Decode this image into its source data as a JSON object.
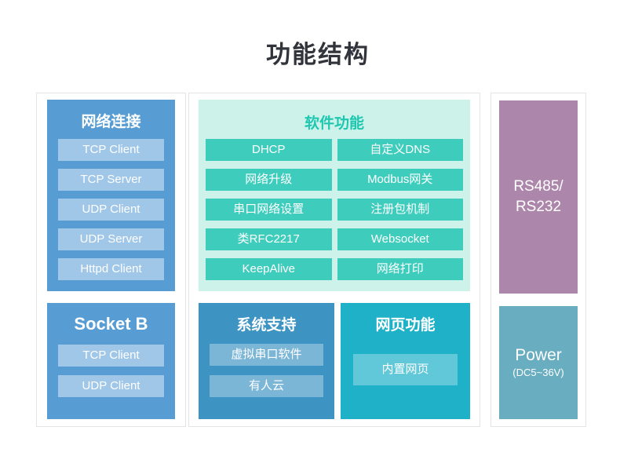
{
  "title": "功能结构",
  "colors": {
    "block_blue": "#579dd4",
    "block_blue_light": "#a0c7e8",
    "software_bg_mint": "#cdf2ea",
    "software_title_teal": "#1fc7b1",
    "software_button_teal": "#3ecdbd",
    "system_steel_blue": "#3d93c1",
    "system_item_light": "#7cb6d7",
    "web_cyan": "#1fb1c8",
    "web_item_light": "#60c8d9",
    "serial_mauve": "#ad87ab",
    "power_teal": "#68adc0",
    "title_dark": "#32343c",
    "card_border": "#e4e4e4"
  },
  "network": {
    "title": "网络连接",
    "items": [
      "TCP Client",
      "TCP Server",
      "UDP Client",
      "UDP Server",
      "Httpd Client"
    ]
  },
  "socket_b": {
    "title": "Socket B",
    "items": [
      "TCP Client",
      "UDP Client"
    ]
  },
  "software": {
    "title": "软件功能",
    "items": [
      "DHCP",
      "自定义DNS",
      "网络升级",
      "Modbus网关",
      "串口网络设置",
      "注册包机制",
      "类RFC2217",
      "Websocket",
      "KeepAlive",
      "网络打印"
    ]
  },
  "system": {
    "title": "系统支持",
    "items": [
      "虚拟串口软件",
      "有人云"
    ]
  },
  "web": {
    "title": "网页功能",
    "items": [
      "内置网页"
    ]
  },
  "serial": {
    "line1": "RS485/",
    "line2": "RS232"
  },
  "power": {
    "line1": "Power",
    "line2": "(DC5~36V)"
  }
}
